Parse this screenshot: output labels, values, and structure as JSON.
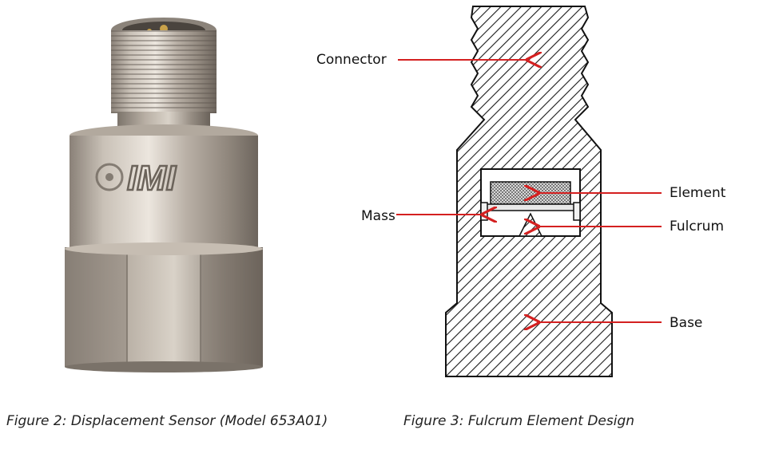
{
  "figure2": {
    "caption": "Figure 2: Displacement Sensor (Model 653A01)",
    "logo_text": "IMI"
  },
  "figure3": {
    "caption": "Figure 3: Fulcrum Element Design",
    "labels": {
      "connector": "Connector",
      "mass": "Mass",
      "element": "Element",
      "fulcrum": "Fulcrum",
      "base": "Base"
    },
    "arrow_color": "#d42020"
  }
}
